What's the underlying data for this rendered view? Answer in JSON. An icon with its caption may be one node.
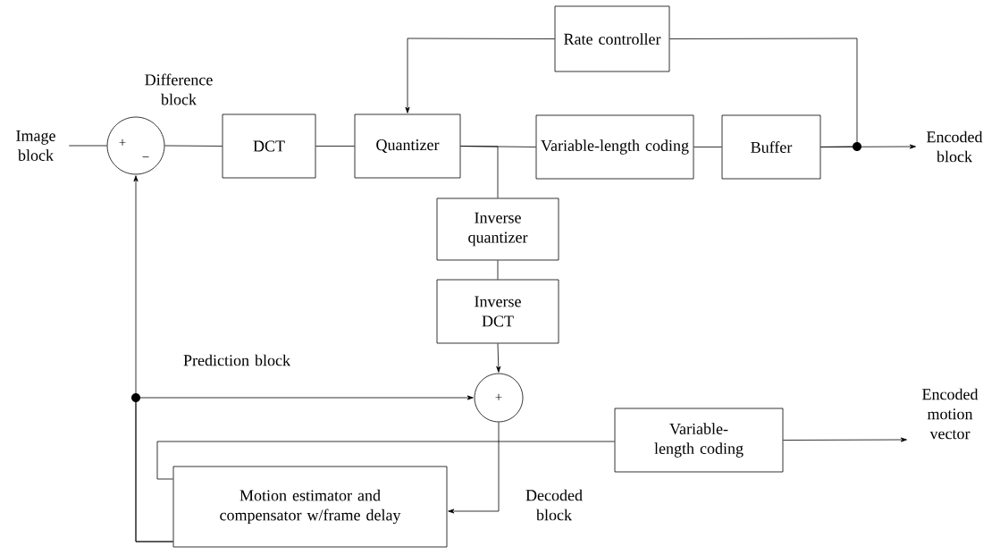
{
  "diagram": {
    "nodes": [
      {
        "text": [
          "Image block"
        ]
      },
      {
        "text": [
          "+",
          "−"
        ],
        "beside": [
          "Difference block"
        ]
      },
      {
        "text": [
          "DCT"
        ]
      },
      {
        "text": [
          "Quantizer"
        ]
      },
      {
        "text": [
          "Rate controller"
        ]
      },
      {
        "text": [
          "Variable-length coding"
        ]
      },
      {
        "text": [
          "Buffer"
        ]
      },
      {
        "text": [
          "Encoded block"
        ]
      },
      {
        "text": [
          "Inverse quantizer"
        ]
      },
      {
        "text": [
          "Inverse DCT"
        ]
      },
      {
        "text": [
          "+"
        ]
      },
      {
        "text": [
          "Motion estimator and compensator w/frame delay"
        ]
      },
      {
        "text": [
          "Variable-length coding"
        ]
      },
      {
        "text": [
          "Encoded motion vector"
        ]
      }
    ],
    "edges": [
      {
        "from": 0,
        "to": 1,
        "arrow": "none"
      },
      {
        "from": 1,
        "to": 2,
        "arrow": "none"
      },
      {
        "from": 2,
        "to": 3,
        "arrow": "none"
      },
      {
        "from": 4,
        "to": 3,
        "arrow": "to"
      },
      {
        "from": 3,
        "to": 5,
        "arrow": "none"
      },
      {
        "from": 5,
        "to": 6,
        "arrow": "none"
      },
      {
        "from": 6,
        "to": 7,
        "arrow": "to"
      },
      {
        "from": 6,
        "to": 4,
        "arrow": "none"
      },
      {
        "from": 3,
        "to": 8,
        "arrow": "none"
      },
      {
        "from": 8,
        "to": 9,
        "arrow": "none"
      },
      {
        "from": 9,
        "to": 10,
        "arrow": "to"
      },
      {
        "from": 10,
        "to": 11,
        "arrow": "to",
        "label": "Decoded block"
      },
      {
        "from": 11,
        "to": 12,
        "arrow": "none"
      },
      {
        "from": 12,
        "to": 13,
        "arrow": "to"
      },
      {
        "from": 11,
        "to": 1,
        "arrow": "to"
      },
      {
        "from": 11,
        "to": 10,
        "arrow": "to",
        "label": "Prediction block"
      }
    ]
  }
}
